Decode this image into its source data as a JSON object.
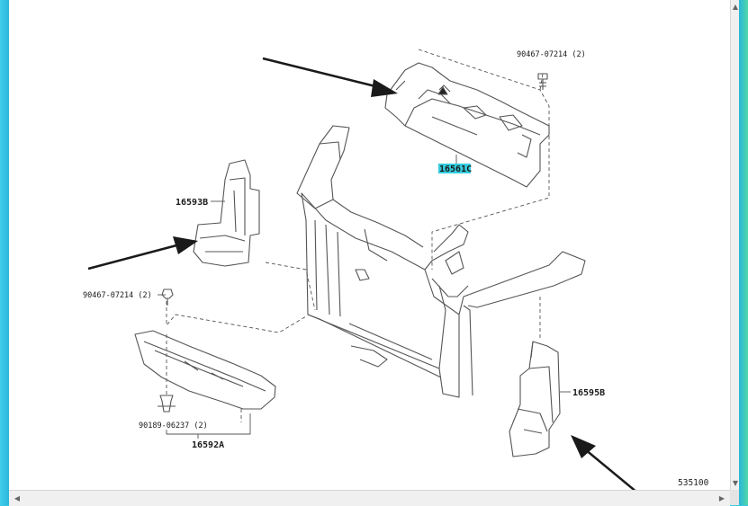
{
  "diagram": {
    "parts": [
      {
        "id": "part-16561c",
        "label": "16561C",
        "highlight": "#33ccdd"
      },
      {
        "id": "part-16593b",
        "label": "16593B"
      },
      {
        "id": "part-16595b",
        "label": "16595B"
      },
      {
        "id": "part-16592a",
        "label": "16592A"
      },
      {
        "id": "bolt-upper-right",
        "label": "90467-07214 (2)"
      },
      {
        "id": "bolt-left",
        "label": "90467-07214 (2)"
      },
      {
        "id": "clip-bottom",
        "label": "90189-06237 (2)"
      }
    ],
    "figure_id": "535100"
  },
  "colors": {
    "line": "#555555",
    "arrow": "#1a1a1a",
    "highlight": "#33ccdd"
  },
  "scrollbar": {
    "up": "▲",
    "down": "▼",
    "left": "◀",
    "right": "▶"
  }
}
